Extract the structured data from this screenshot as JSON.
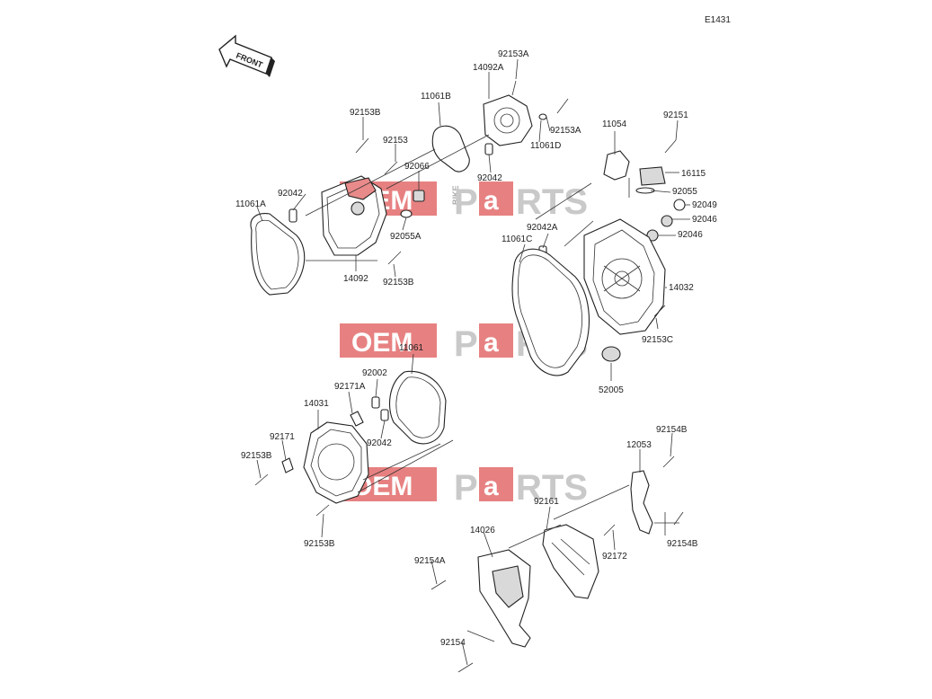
{
  "diagram_code": "E1431",
  "front_label": "FRONT",
  "watermark": {
    "oem": "OEM",
    "bike": "BIKE",
    "parts_p": "P",
    "parts_a": "a",
    "parts_rts": "RTS"
  },
  "labels": {
    "p92153A_top": "92153A",
    "p14092A": "14092A",
    "p11061B": "11061B",
    "p92153B_a": "92153B",
    "p92153_a": "92153",
    "p92153A_b": "92153A",
    "p11061D": "11061D",
    "p92042_a": "92042",
    "p11054": "11054",
    "p92151": "92151",
    "p16115": "16115",
    "p92066": "92066",
    "p92042_b": "92042",
    "p11061A": "11061A",
    "p92055": "92055",
    "p92049": "92049",
    "p92046_a": "92046",
    "p92046_b": "92046",
    "p92042A": "92042A",
    "p11061C": "11061C",
    "p92055A": "92055A",
    "p14092": "14092",
    "p92153B_b": "92153B",
    "p14032": "14032",
    "p92153C": "92153C",
    "p11061": "11061",
    "p52005": "52005",
    "p92002": "92002",
    "p92171A": "92171A",
    "p14031": "14031",
    "p92042_c": "92042",
    "p92171": "92171",
    "p92153B_c": "92153B",
    "p92154B_a": "92154B",
    "p12053": "12053",
    "p92153B_d": "92153B",
    "p92161": "92161",
    "p92154B_b": "92154B",
    "p14026": "14026",
    "p92172": "92172",
    "p92154A": "92154A",
    "p92154": "92154"
  }
}
